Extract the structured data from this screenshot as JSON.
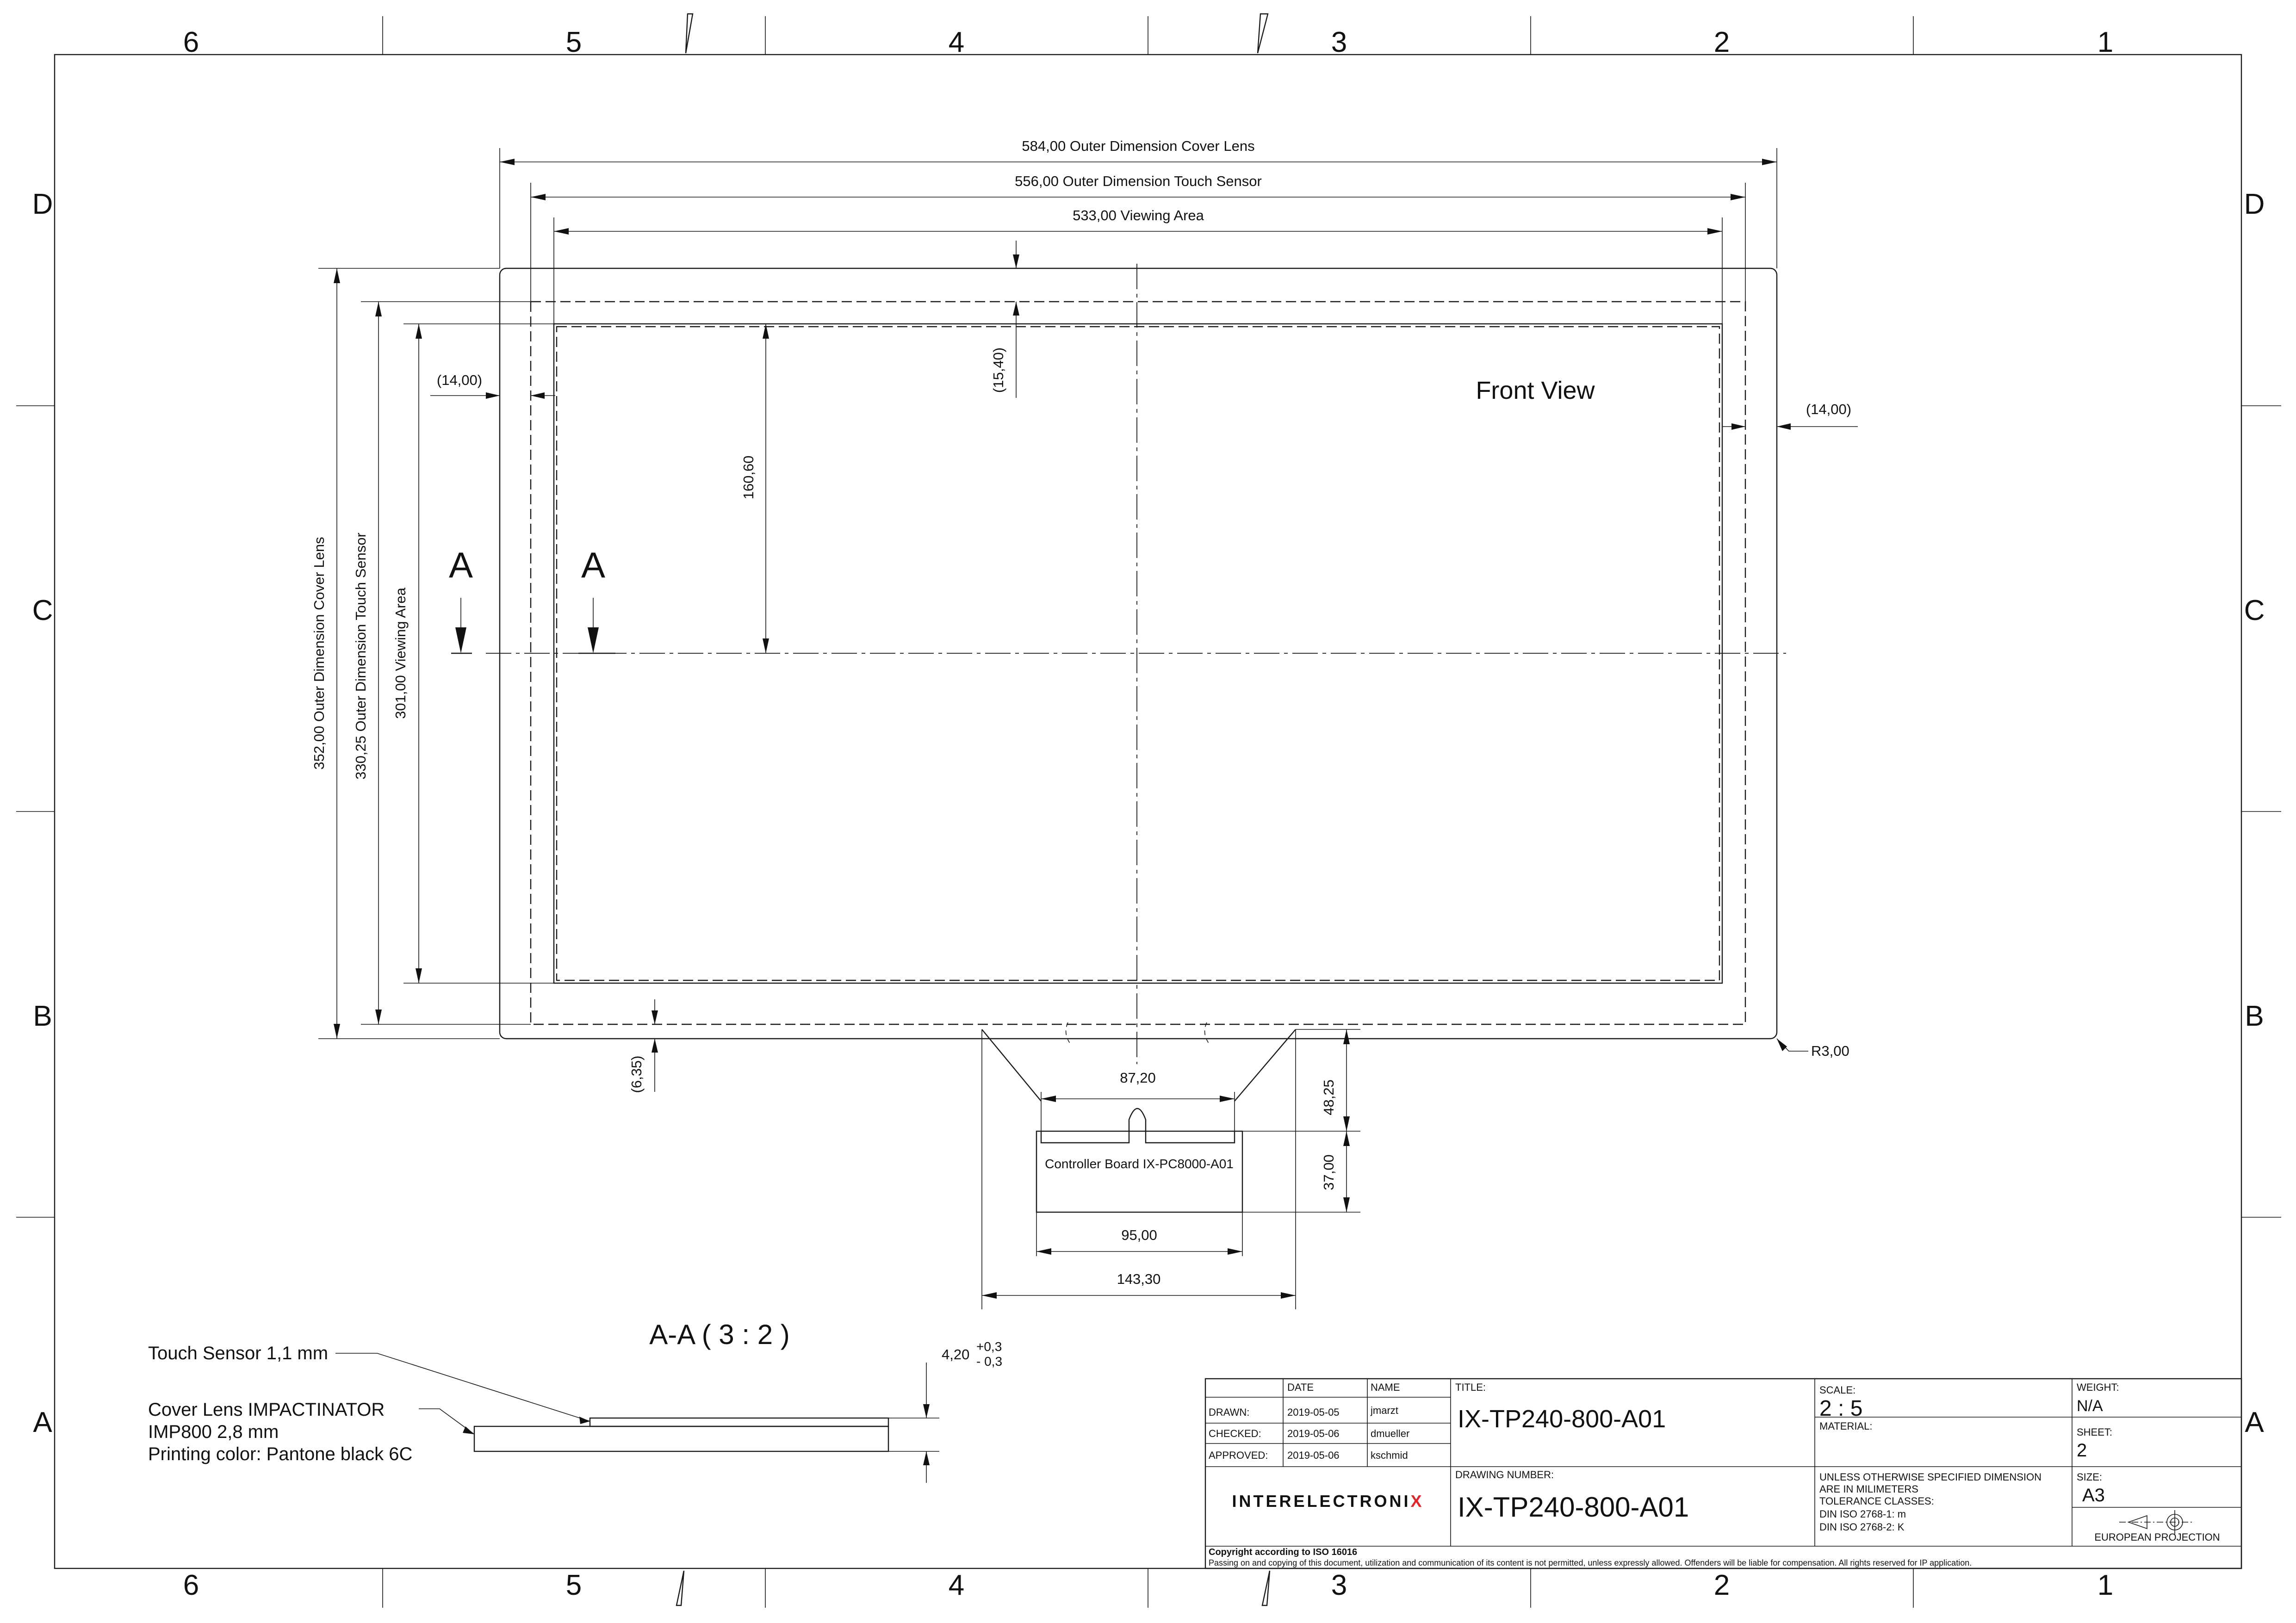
{
  "grid": {
    "columns": [
      "6",
      "5",
      "4",
      "3",
      "2",
      "1"
    ],
    "rows": [
      "D",
      "C",
      "B",
      "A"
    ]
  },
  "front_view": {
    "title": "Front View",
    "dims": {
      "cover_lens_w": "584,00 Outer Dimension Cover Lens",
      "touch_sensor_w": "556,00 Outer Dimension Touch Sensor",
      "viewing_area_w": "533,00 Viewing Area",
      "cover_lens_h": "352,00 Outer Dimension Cover Lens",
      "touch_sensor_h": "330,25 Outer Dimension Touch Sensor",
      "viewing_area_h": "301,00 Viewing Area",
      "left_border": "(14,00)",
      "right_border": "(14,00)",
      "top_offset": "(15,40)",
      "center_height": "160,60",
      "bottom_offset": "(6,35)",
      "corner_radius": "R3,00"
    },
    "section_markers": [
      "A",
      "A"
    ]
  },
  "controller": {
    "label": "Controller Board IX-PC8000-A01",
    "dims": {
      "tail_width": "87,20",
      "tail_length": "48,25",
      "board_height": "37,00",
      "board_width": "95,00",
      "overall_width": "143,30"
    }
  },
  "section_view": {
    "title": "A-A ( 3 : 2 )",
    "touch_sensor_label": "Touch Sensor 1,1 mm",
    "cover_lens_label_1": "Cover Lens IMPACTINATOR",
    "cover_lens_label_2": "IMP800 2,8 mm",
    "cover_lens_label_3": "Printing color: Pantone black 6C",
    "thickness": "4,20",
    "tol_plus": "+0,3",
    "tol_minus": "- 0,3"
  },
  "title_block": {
    "headers": {
      "date": "DATE",
      "name": "NAME"
    },
    "rows": [
      {
        "role": "DRAWN:",
        "date": "2019-05-05",
        "name": "jmarzt"
      },
      {
        "role": "CHECKED:",
        "date": "2019-05-06",
        "name": "dmueller"
      },
      {
        "role": "APPROVED:",
        "date": "2019-05-06",
        "name": "kschmid"
      }
    ],
    "title_label": "TITLE:",
    "title": "IX-TP240-800-A01",
    "scale_label": "SCALE:",
    "scale": "2 : 5",
    "weight_label": "WEIGHT:",
    "weight": "N/A",
    "material_label": "MATERIAL:",
    "sheet_label": "SHEET:",
    "sheet": "2",
    "drawing_number_label": "DRAWING NUMBER:",
    "drawing_number": "IX-TP240-800-A01",
    "company_main": "INTERELECTRONI",
    "company_x": "X",
    "tolerance_1": "UNLESS OTHERWISE SPECIFIED DIMENSION",
    "tolerance_2": "ARE IN MILIMETERS",
    "tolerance_3": "TOLERANCE CLASSES:",
    "tolerance_4": "DIN ISO 2768-1: m",
    "tolerance_5": "DIN ISO 2768-2: K",
    "size_label": "SIZE:",
    "size": "A3",
    "projection": "EUROPEAN PROJECTION",
    "copyright_title": "Copyright according to ISO 16016",
    "copyright_text": "Passing on and copying of this document, utilization and communication of its content is not permitted, unless expressly allowed. Offenders will be liable for compensation. All rights reserved for IP application.",
    "brand_color": "#e0242a"
  }
}
